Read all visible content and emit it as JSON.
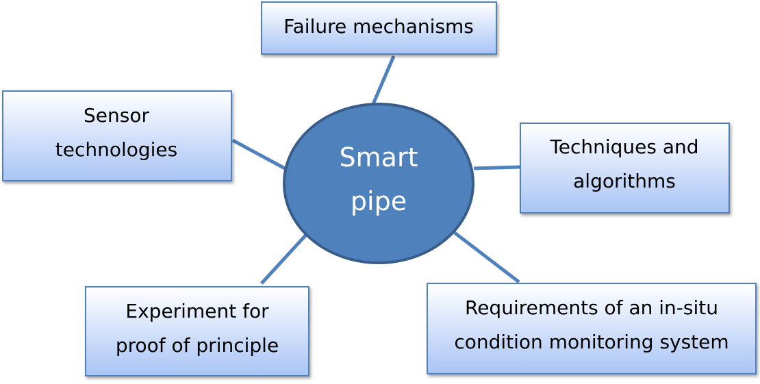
{
  "diagram": {
    "center": {
      "line1": "Smart",
      "line2": "pipe"
    },
    "nodes": {
      "failure": {
        "line1": "Failure mechanisms"
      },
      "sensor": {
        "line1": "Sensor",
        "line2": "technologies"
      },
      "techniques": {
        "line1": "Techniques and",
        "line2": "algorithms"
      },
      "experiment": {
        "line1": "Experiment for",
        "line2": "proof of principle"
      },
      "requirements": {
        "line1": "Requirements of an in-situ",
        "line2": "condition monitoring system"
      }
    },
    "colors": {
      "box_fill_top": "#ffffff",
      "box_fill_bottom": "#a9c4f5",
      "box_border": "#4f81bd",
      "connector": "#4f81bd",
      "center_fill": "#4f81bd",
      "center_border": "#385d8a",
      "center_text": "#ffffff",
      "box_text": "#000000"
    }
  }
}
